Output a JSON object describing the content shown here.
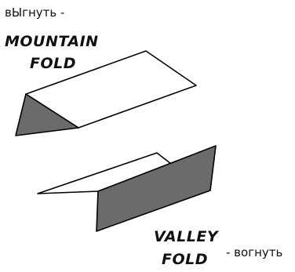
{
  "mountain_fold": {
    "russian_note": "вЫгнуть -",
    "title_line1": "MOUNTAIN",
    "title_line2": "FOLD"
  },
  "valley_fold": {
    "title_line1": "VALLEY",
    "title_line2": "FOLD",
    "russian_note": "- вогнуть"
  },
  "colors": {
    "paper": "#ffffff",
    "shaded_face": "#6b6b6b",
    "outline": "#000000"
  }
}
